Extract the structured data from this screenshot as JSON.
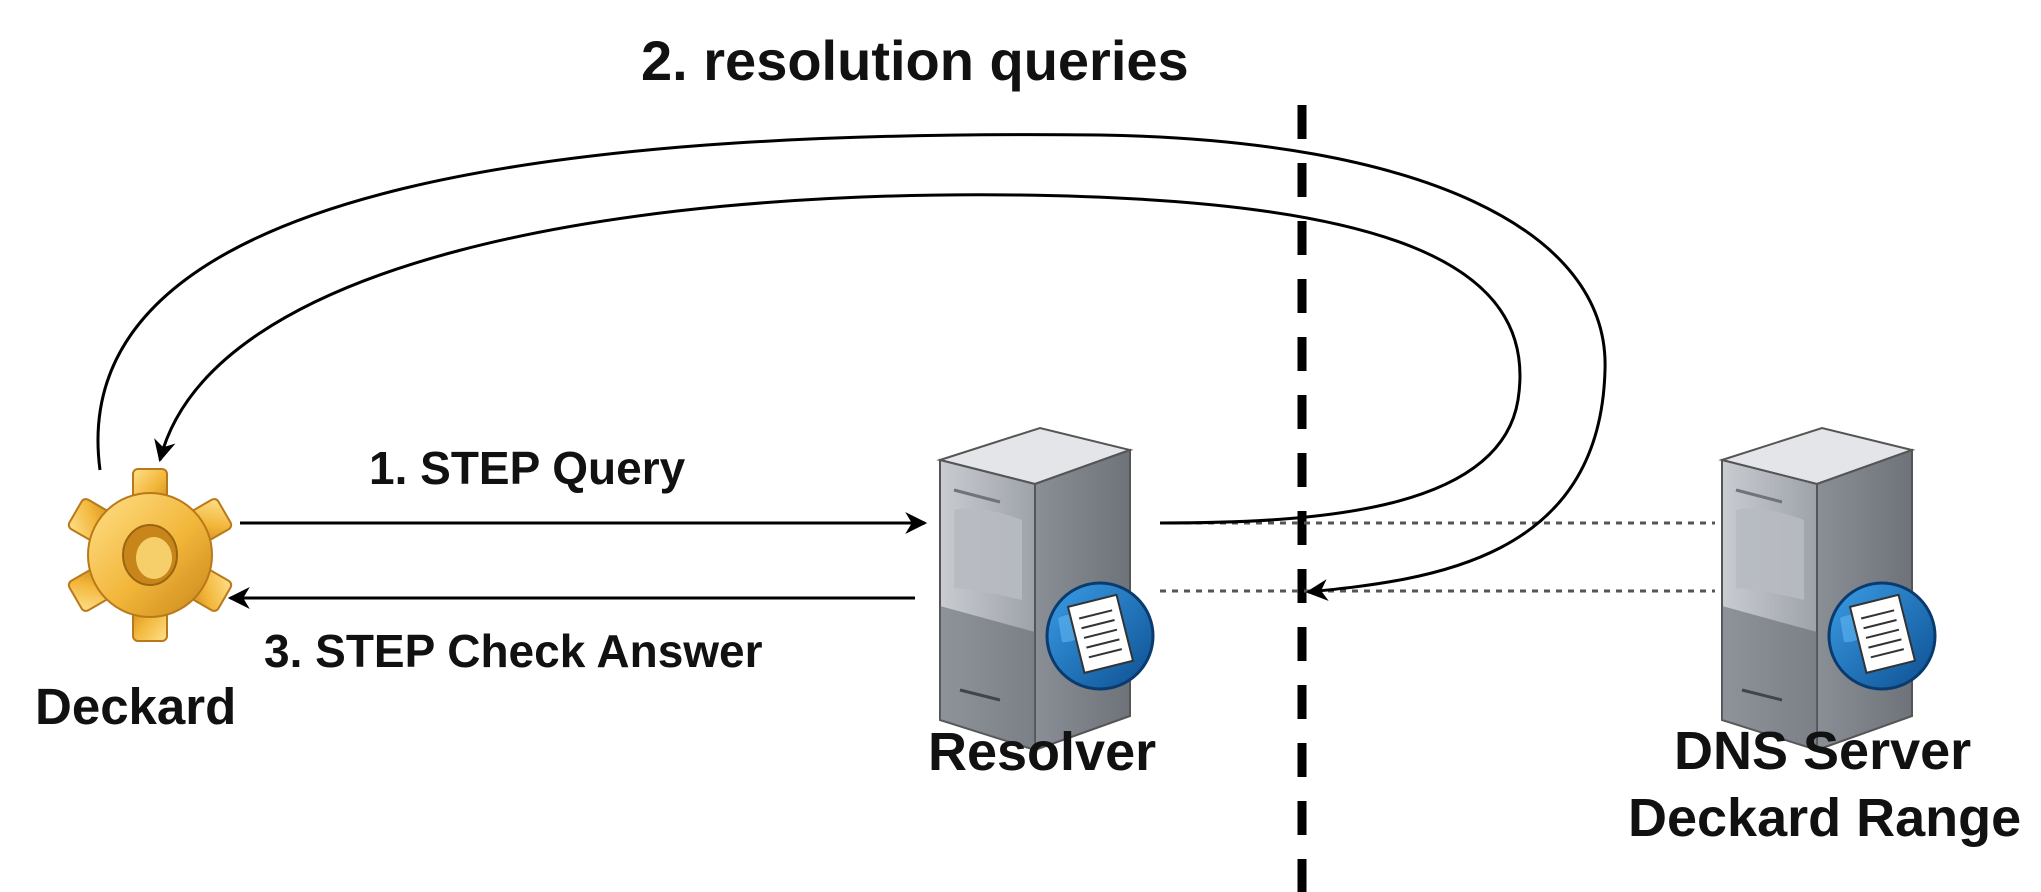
{
  "labels": {
    "resolution_queries": "2. resolution queries",
    "step1": "1. STEP Query",
    "step3": "3. STEP Check Answer",
    "deckard": "Deckard",
    "resolver": "Resolver",
    "dns_server_line1": "DNS Server",
    "dns_server_line2": "Deckard Range"
  },
  "icons": {
    "deckard": "gear-icon",
    "resolver": "server-icon",
    "dns_server": "server-icon"
  },
  "colors": {
    "gear": "#f2b63a",
    "server": "#9fa4ab",
    "globe": "#1d73c1",
    "line": "#000000",
    "dotted": "#555555"
  }
}
